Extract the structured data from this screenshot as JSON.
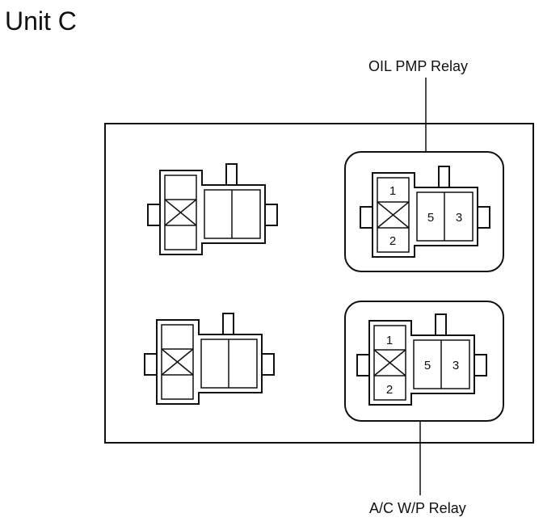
{
  "title": "Unit C",
  "callouts": {
    "top": "OIL PMP Relay",
    "bottom": "A/C W/P Relay"
  },
  "relays": [
    {
      "name": "unlabeled-relay-top-left",
      "pins": null
    },
    {
      "name": "oil-pmp-relay",
      "pins": {
        "p1": "1",
        "p2": "2",
        "p5": "5",
        "p3": "3"
      }
    },
    {
      "name": "unlabeled-relay-bottom-left",
      "pins": null
    },
    {
      "name": "ac-wp-relay",
      "pins": {
        "p1": "1",
        "p2": "2",
        "p5": "5",
        "p3": "3"
      }
    }
  ]
}
